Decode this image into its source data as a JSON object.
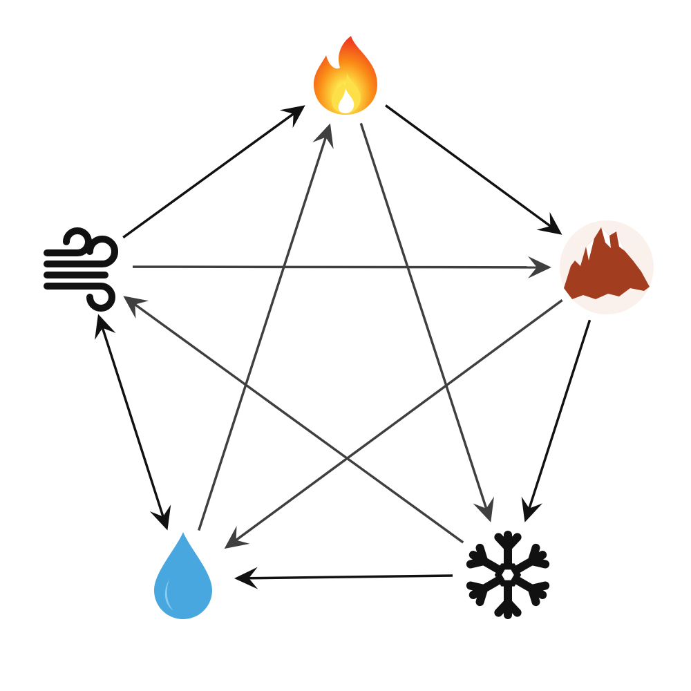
{
  "nodes": [
    {
      "id": "fire",
      "icon": "fire-icon",
      "colors": [
        "#f03b20",
        "#fa8c16",
        "#fde047"
      ]
    },
    {
      "id": "earth",
      "icon": "mountain-icon",
      "colors": [
        "#a33d1f",
        "#fbf1ec"
      ]
    },
    {
      "id": "ice",
      "icon": "snowflake-icon",
      "colors": [
        "#111111"
      ]
    },
    {
      "id": "water",
      "icon": "water-drop-icon",
      "colors": [
        "#48a7de"
      ]
    },
    {
      "id": "wind",
      "icon": "wind-icon",
      "colors": [
        "#111111"
      ]
    }
  ],
  "edges": [
    {
      "from": "wind",
      "to": "fire",
      "style": "black"
    },
    {
      "from": "fire",
      "to": "earth",
      "style": "black"
    },
    {
      "from": "earth",
      "to": "ice",
      "style": "black"
    },
    {
      "from": "ice",
      "to": "water",
      "style": "black"
    },
    {
      "from": "water",
      "to": "wind",
      "style": "black",
      "bidirectional": true
    },
    {
      "from": "water",
      "to": "fire",
      "style": "gray"
    },
    {
      "from": "fire",
      "to": "ice",
      "style": "gray"
    },
    {
      "from": "earth",
      "to": "water",
      "style": "gray"
    },
    {
      "from": "ice",
      "to": "wind",
      "style": "gray"
    },
    {
      "from": "wind",
      "to": "earth",
      "style": "gray"
    }
  ],
  "colors": {
    "black_arrow": "#111111",
    "gray_arrow": "#3f3f3f"
  }
}
